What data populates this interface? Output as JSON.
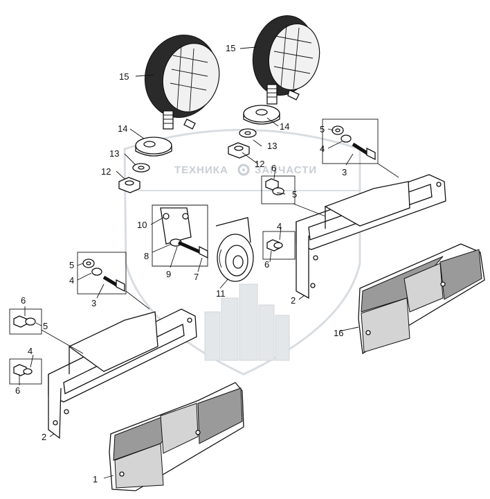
{
  "watermark": {
    "left_word": "ТЕХНИКА",
    "right_word": "ЗАПЧАСТИ"
  },
  "callouts": [
    {
      "id": "c1",
      "text": "1"
    },
    {
      "id": "c2a",
      "text": "2"
    },
    {
      "id": "c2b",
      "text": "2"
    },
    {
      "id": "c3a",
      "text": "3"
    },
    {
      "id": "c3b",
      "text": "3"
    },
    {
      "id": "c4a",
      "text": "4"
    },
    {
      "id": "c4b",
      "text": "4"
    },
    {
      "id": "c4c",
      "text": "4"
    },
    {
      "id": "c4d",
      "text": "4"
    },
    {
      "id": "c5a",
      "text": "5"
    },
    {
      "id": "c5b",
      "text": "5"
    },
    {
      "id": "c5c",
      "text": "5"
    },
    {
      "id": "c5d",
      "text": "5"
    },
    {
      "id": "c6a",
      "text": "6"
    },
    {
      "id": "c6b",
      "text": "6"
    },
    {
      "id": "c6c",
      "text": "6"
    },
    {
      "id": "c6d",
      "text": "6"
    },
    {
      "id": "c7",
      "text": "7"
    },
    {
      "id": "c8",
      "text": "8"
    },
    {
      "id": "c9",
      "text": "9"
    },
    {
      "id": "c10",
      "text": "10"
    },
    {
      "id": "c11",
      "text": "11"
    },
    {
      "id": "c12a",
      "text": "12"
    },
    {
      "id": "c12b",
      "text": "12"
    },
    {
      "id": "c13a",
      "text": "13"
    },
    {
      "id": "c13b",
      "text": "13"
    },
    {
      "id": "c14a",
      "text": "14"
    },
    {
      "id": "c14b",
      "text": "14"
    },
    {
      "id": "c15a",
      "text": "15"
    },
    {
      "id": "c15b",
      "text": "15"
    },
    {
      "id": "c16",
      "text": "16"
    }
  ]
}
